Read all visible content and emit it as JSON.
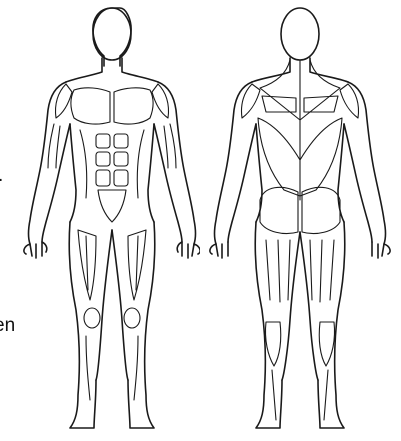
{
  "edge_text": {
    "dot": ".",
    "partial_word": "en"
  },
  "figures": [
    {
      "view": "front",
      "icon": "human-anatomy-front-icon"
    },
    {
      "view": "back",
      "icon": "human-anatomy-back-icon"
    }
  ],
  "colors": {
    "outline": "#1a1a1a",
    "background": "#ffffff"
  }
}
